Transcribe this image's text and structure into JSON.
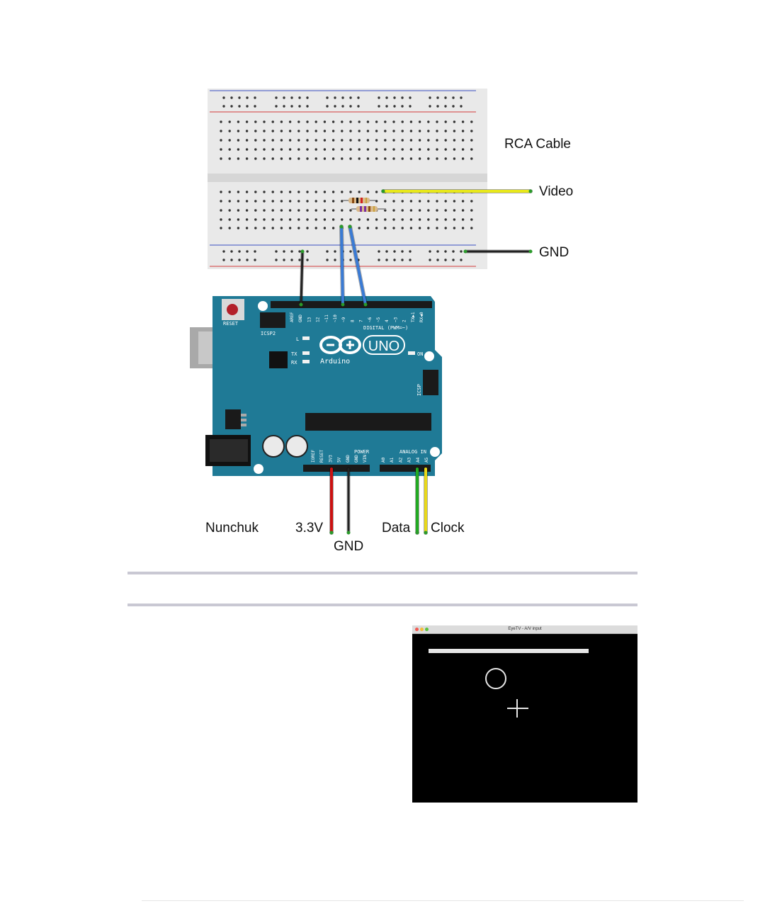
{
  "diagram": {
    "labels": {
      "rca_cable": "RCA Cable",
      "video": "Video",
      "gnd_rca": "GND",
      "nunchuk": "Nunchuk",
      "v33": "3.3V",
      "gnd_nunchuk": "GND",
      "data": "Data",
      "clock": "Clock"
    },
    "board": {
      "reset": "RESET",
      "icsp2": "ICSP2",
      "icsp": "ICSP",
      "digital": "DIGITAL (PWM=~)",
      "logo_text": "Arduino",
      "uno": "UNO",
      "on": "ON",
      "l": "L",
      "tx": "TX",
      "rx": "RX",
      "power": "POWER",
      "analog_in": "ANALOG IN",
      "top_pins": [
        "AREF",
        "GND",
        "13",
        "12",
        "~11",
        "~10",
        "~9",
        "8",
        "7",
        "~6",
        "~5",
        "4",
        "~3",
        "2",
        "TX▶1",
        "RX◀0"
      ],
      "power_pins": [
        "IOREF",
        "RESET",
        "3V3",
        "5V",
        "GND",
        "GND",
        "VIN"
      ],
      "analog_pins": [
        "A0",
        "A1",
        "A2",
        "A3",
        "A4",
        "A5"
      ]
    },
    "wire_colors": {
      "video": "#e8e81a",
      "gnd": "#222222",
      "signal": "#3a7bd5",
      "power_3v3": "#cc1111",
      "data": "#22aa22",
      "clock": "#e8d81a"
    }
  },
  "screen": {
    "window_title": "EyeTV - A/V input"
  }
}
